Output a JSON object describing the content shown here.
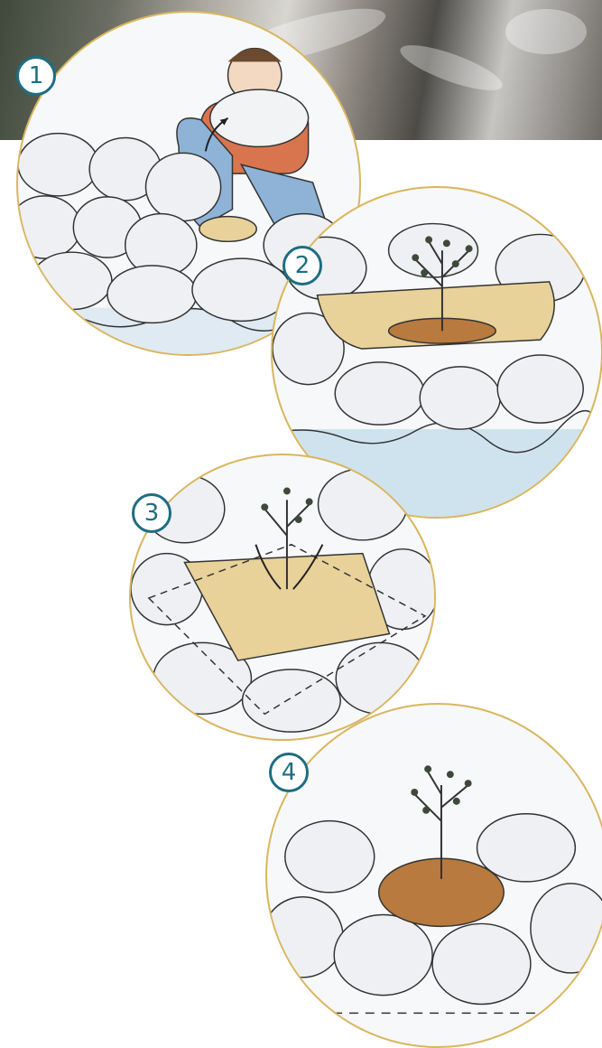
{
  "steps": [
    {
      "number": "1"
    },
    {
      "number": "2"
    },
    {
      "number": "3"
    },
    {
      "number": "4"
    }
  ],
  "colors": {
    "badge_ring": "#1e6d82",
    "frame_gold": "#d9b65e",
    "water": "#cfe3ee",
    "burlap": "#e8d29a",
    "soil": "#b87a3e",
    "shirt": "#d9754e",
    "jeans": "#8fb3d6"
  },
  "icons": [
    "stone-icon",
    "tree-icon",
    "person-icon",
    "arrow-icon"
  ]
}
